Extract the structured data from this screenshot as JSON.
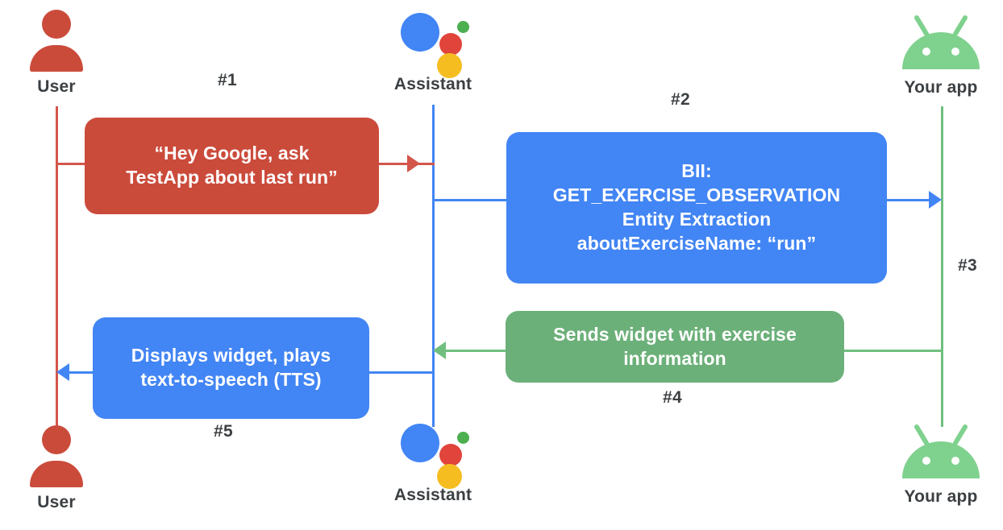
{
  "diagram": {
    "title": "Google Assistant App Actions sequence diagram",
    "colors": {
      "user_red": "#CB4B3B",
      "assistant_blue": "#4285F4",
      "app_green": "#6CB079",
      "lifeline_green": "#6FBF7F",
      "label_gray": "#3C4043",
      "background": "#FFFFFF"
    }
  },
  "actors": {
    "user": {
      "label": "User",
      "icon": "person-icon"
    },
    "assistant": {
      "label": "Assistant",
      "icon": "google-assistant-icon"
    },
    "app": {
      "label": "Your app",
      "icon": "android-icon"
    }
  },
  "messages": [
    {
      "step": "#1",
      "from": "user",
      "to": "assistant",
      "color": "red",
      "lines": [
        "“Hey Google, ask",
        "TestApp about last run”"
      ]
    },
    {
      "step": "#2",
      "from": "assistant",
      "to": "app",
      "color": "blue",
      "lines": [
        "BII:",
        "GET_EXERCISE_OBSERVATION",
        "Entity Extraction",
        "aboutExerciseName: “run”"
      ]
    },
    {
      "step": "#3",
      "from": "assistant",
      "to": "app",
      "color": "blue",
      "lines": []
    },
    {
      "step": "#4",
      "from": "app",
      "to": "assistant",
      "color": "green",
      "lines": [
        "Sends widget with exercise",
        "information"
      ]
    },
    {
      "step": "#5",
      "from": "assistant",
      "to": "user",
      "color": "blue",
      "lines": [
        "Displays widget, plays",
        "text-to-speech (TTS)"
      ]
    }
  ]
}
